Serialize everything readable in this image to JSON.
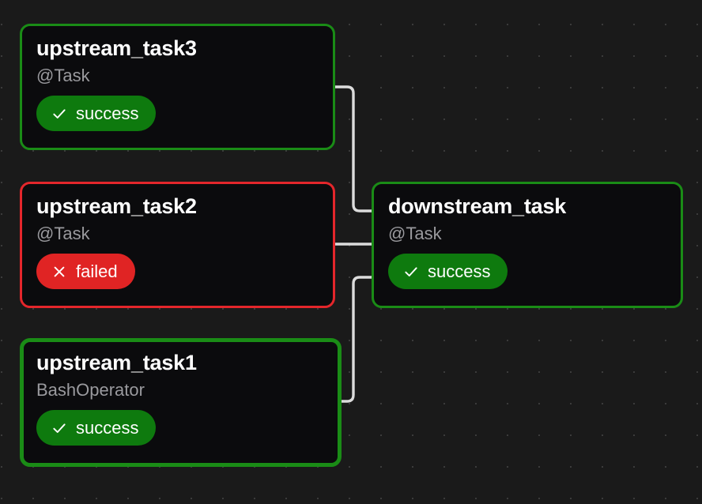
{
  "canvas": {
    "background_color": "#1a1a1a",
    "node_background_color": "#0b0b0d",
    "dot_color": "#3b3b3b",
    "edge_color": "#dcdcdc",
    "success_color": "#0e7a0e",
    "failed_color": "#e02424",
    "border_success_color": "#1a8c16",
    "border_failed_color": "#e4262b"
  },
  "nodes": [
    {
      "id": "upstream_task3",
      "title": "upstream_task3",
      "subtitle": "@Task",
      "status": "success",
      "status_label": "success",
      "status_icon": "check-icon"
    },
    {
      "id": "upstream_task2",
      "title": "upstream_task2",
      "subtitle": "@Task",
      "status": "failed",
      "status_label": "failed",
      "status_icon": "cross-icon"
    },
    {
      "id": "upstream_task1",
      "title": "upstream_task1",
      "subtitle": "BashOperator",
      "status": "success",
      "status_label": "success",
      "status_icon": "check-icon"
    },
    {
      "id": "downstream_task",
      "title": "downstream_task",
      "subtitle": "@Task",
      "status": "success",
      "status_label": "success",
      "status_icon": "check-icon"
    }
  ],
  "edges": [
    {
      "from": "upstream_task3",
      "to": "downstream_task"
    },
    {
      "from": "upstream_task2",
      "to": "downstream_task"
    },
    {
      "from": "upstream_task1",
      "to": "downstream_task"
    }
  ]
}
